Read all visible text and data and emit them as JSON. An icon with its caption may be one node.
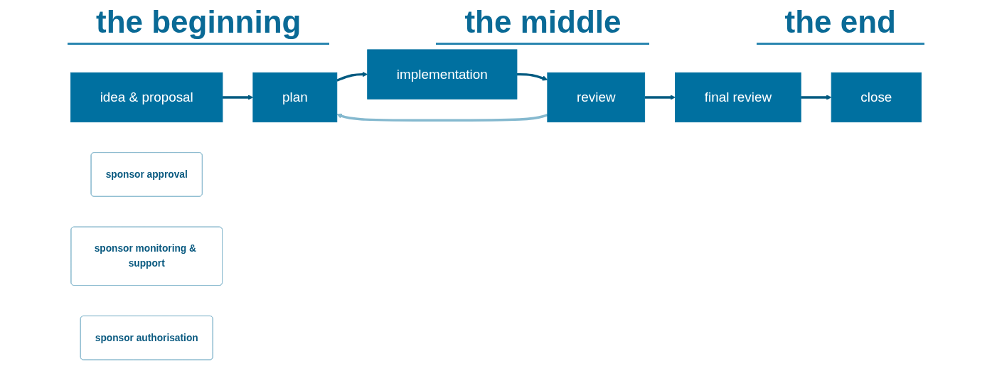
{
  "diagram": {
    "nodes": [
      {
        "text": [
          "idea & proposal"
        ]
      },
      {
        "text": [
          "plan"
        ]
      },
      {
        "text": [
          "implementation"
        ]
      },
      {
        "text": [
          "review"
        ]
      },
      {
        "text": [
          "final review"
        ]
      },
      {
        "text": [
          "close"
        ]
      },
      {
        "text": [
          "sponsor approval"
        ]
      },
      {
        "text": [
          "sponsor monitoring & support"
        ]
      },
      {
        "text": [
          "sponsor authorisation"
        ]
      }
    ],
    "edges": [
      {
        "from": 0,
        "to": 1,
        "arrow": "to"
      },
      {
        "from": 1,
        "to": 2,
        "arrow": "to"
      },
      {
        "from": 2,
        "to": 3,
        "arrow": "to"
      },
      {
        "from": 3,
        "to": 4,
        "arrow": "to"
      },
      {
        "from": 4,
        "to": 5,
        "arrow": "to"
      },
      {
        "from": 3,
        "to": 1,
        "arrow": "to",
        "color": "#85b9cf"
      }
    ],
    "labels": [
      "the beginning",
      "the middle",
      "the end"
    ]
  }
}
